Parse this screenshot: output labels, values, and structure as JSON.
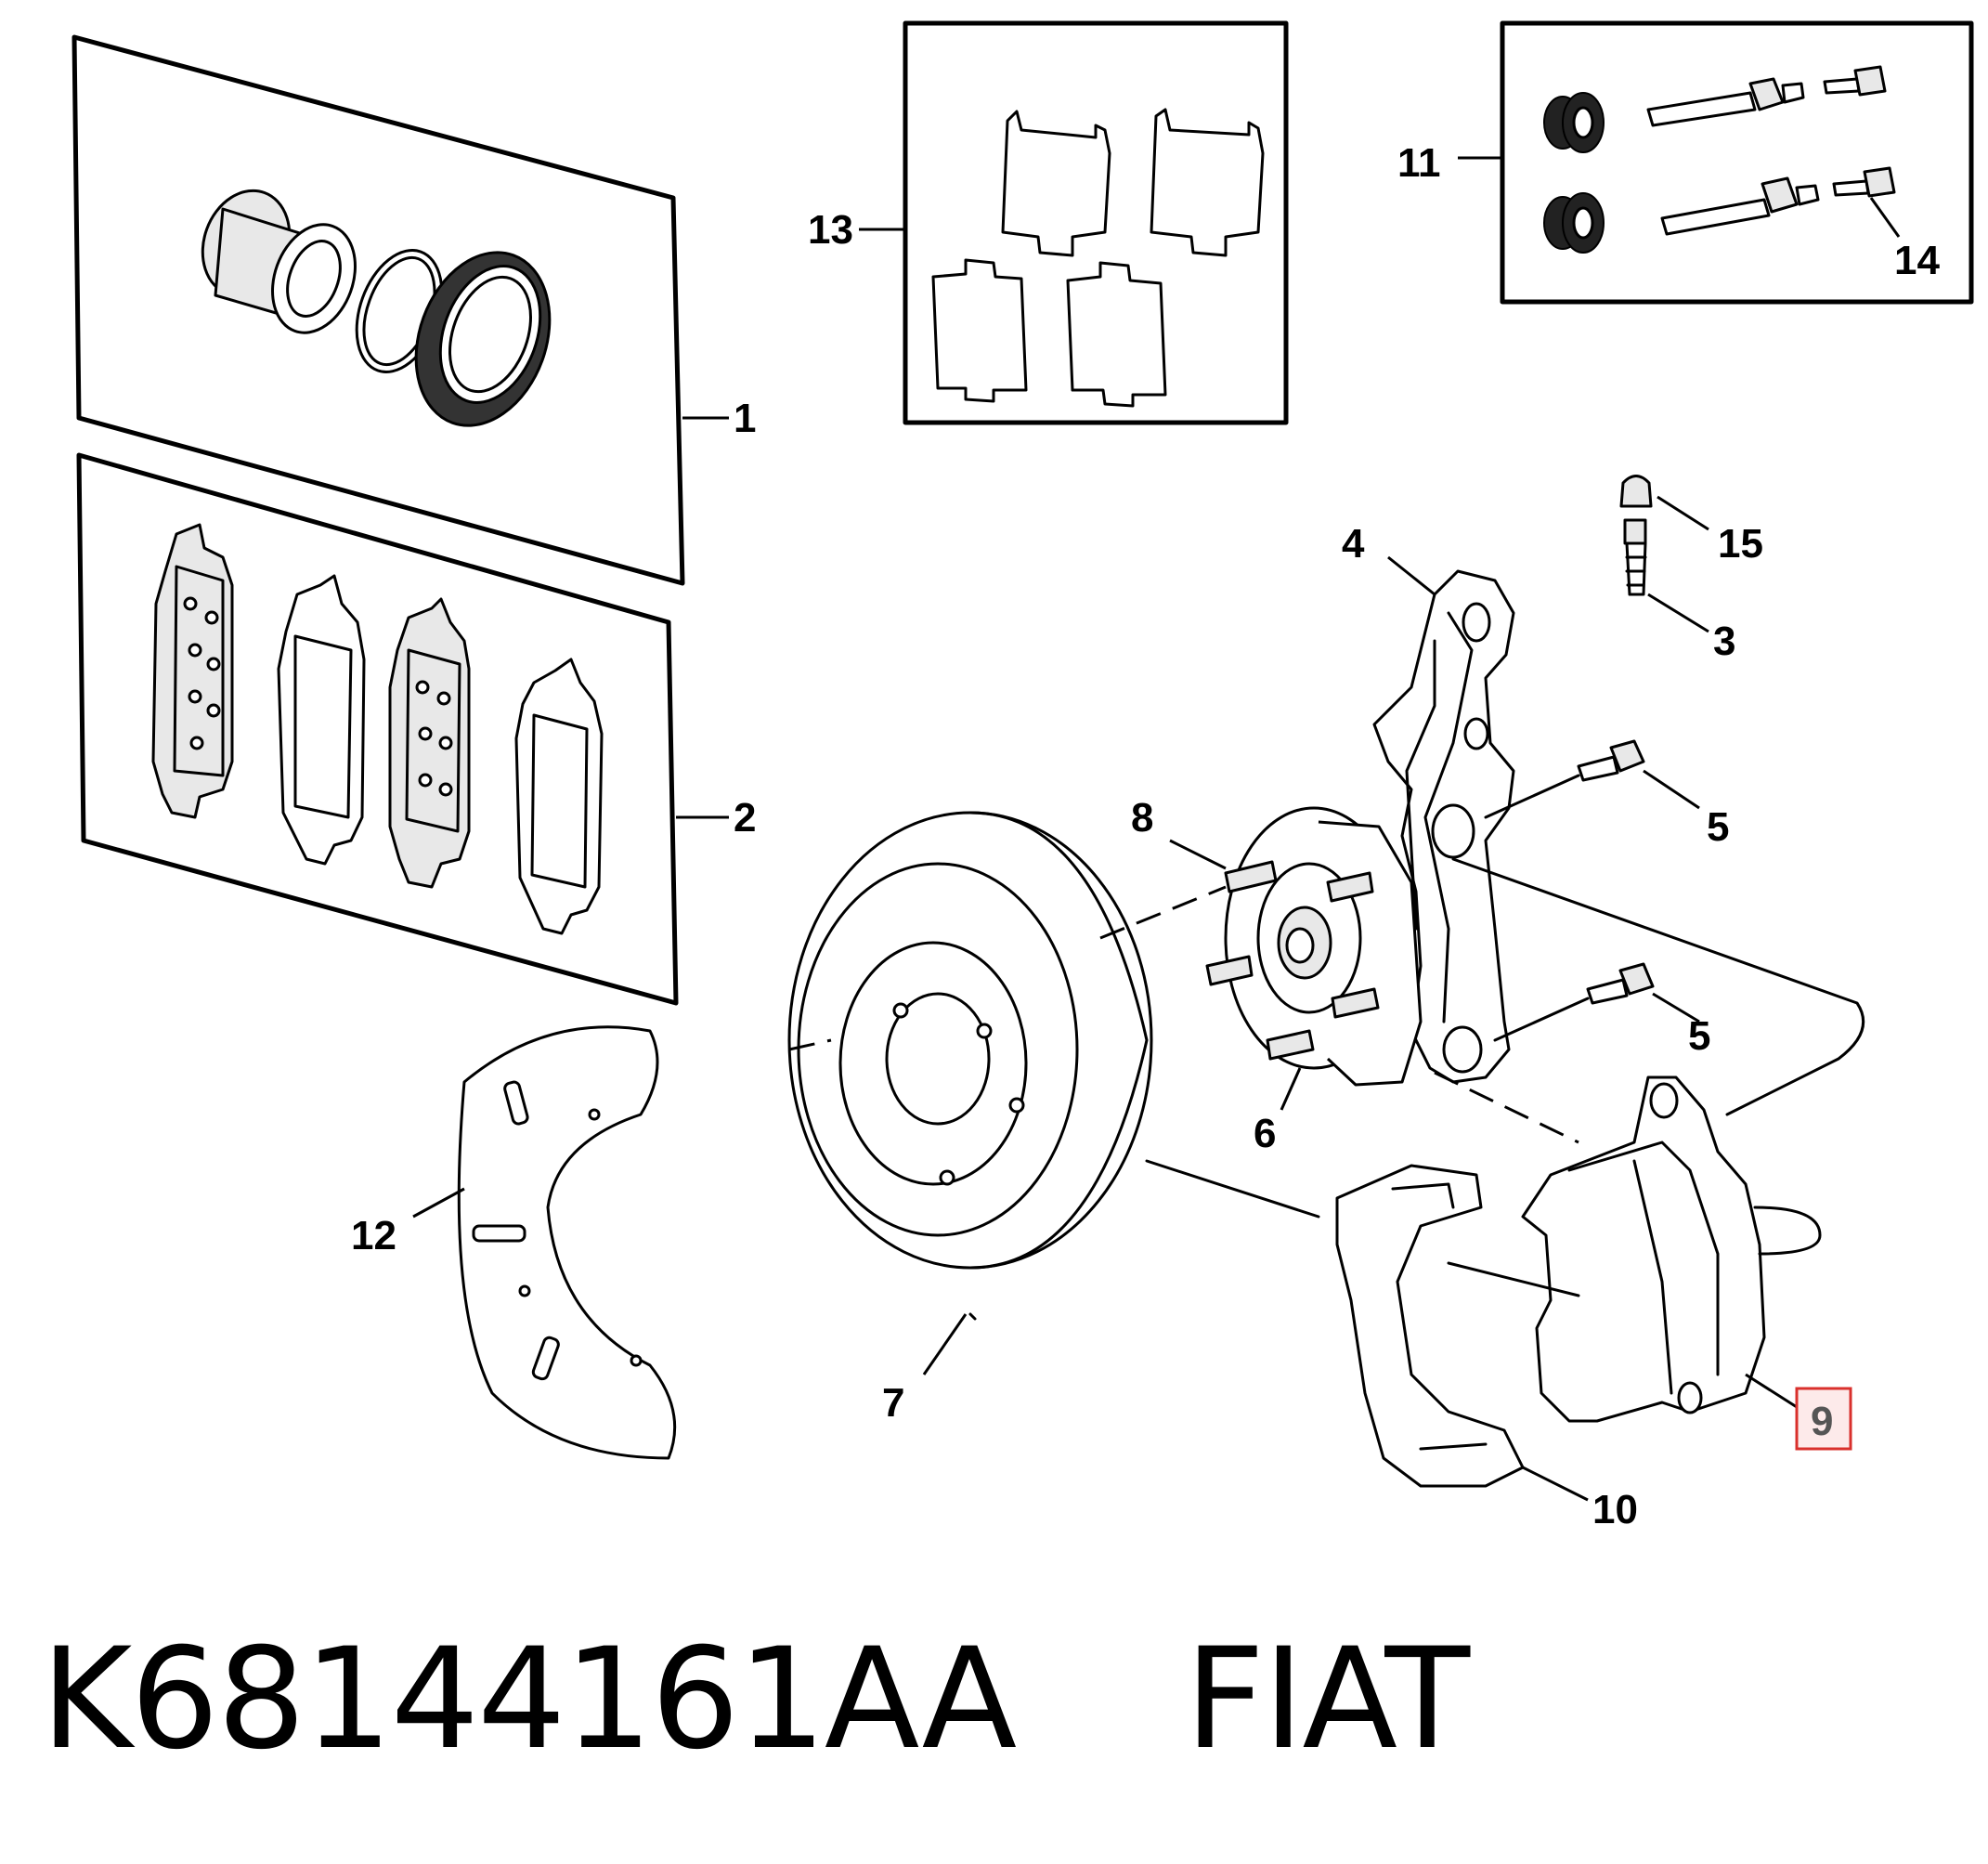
{
  "callouts": {
    "c1": "1",
    "c2": "2",
    "c3": "3",
    "c4": "4",
    "c5a": "5",
    "c5b": "5",
    "c6": "6",
    "c7": "7",
    "c8": "8",
    "c9": "9",
    "c10": "10",
    "c11": "11",
    "c12": "12",
    "c13": "13",
    "c14": "14",
    "c15": "15"
  },
  "highlighted_callout": "9",
  "colors": {
    "highlight_border": "#d9302c",
    "highlight_fill": "#fdeaea",
    "line": "#000000"
  },
  "caption": {
    "part_number": "K68144161AA",
    "brand": "FIAT",
    "text": "K68144161AA    FIAT"
  }
}
